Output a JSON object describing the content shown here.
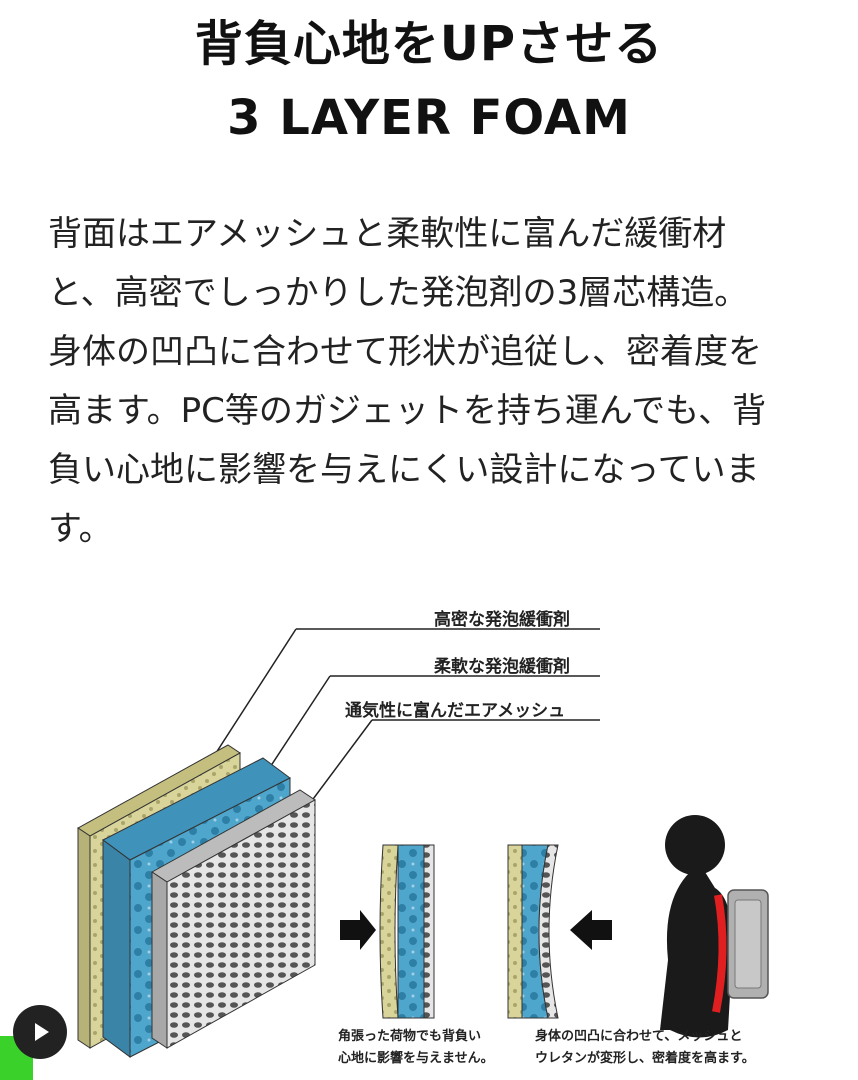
{
  "title": {
    "line1": "背負心地をUPさせる",
    "line2": "3 LAYER FOAM"
  },
  "description": [
    "背面はエアメッシュと柔軟性に富んだ緩衝材",
    "と、高密でしっかりした発泡剤の3層芯構造。",
    "身体の凹凸に合わせて形状が追従し、密着度を",
    "高ます。PC等のガジェットを持ち運んでも、背",
    "負い心地に影響を与えにくい設計になっていま",
    "す。"
  ],
  "diagram": {
    "labels": {
      "dense_foam": "高密な発泡緩衝剤",
      "soft_foam": "柔軟な発泡緩衝剤",
      "air_mesh": "通気性に富んだエアメッシュ"
    },
    "captions": {
      "left_line1": "角張った荷物でも背負い",
      "left_line2": "心地に影響を与えません。",
      "right_line1": "身体の凹凸に合わせて、メッシュと",
      "right_line2": "ウレタンが変形し、密着度を高ます。"
    },
    "colors": {
      "dense_foam": "#d9d59a",
      "soft_foam": "#4fa6cc",
      "air_mesh": "#d8d8d8",
      "pack_highlight": "#e02020"
    }
  },
  "video": {
    "play_icon": "play-icon"
  }
}
